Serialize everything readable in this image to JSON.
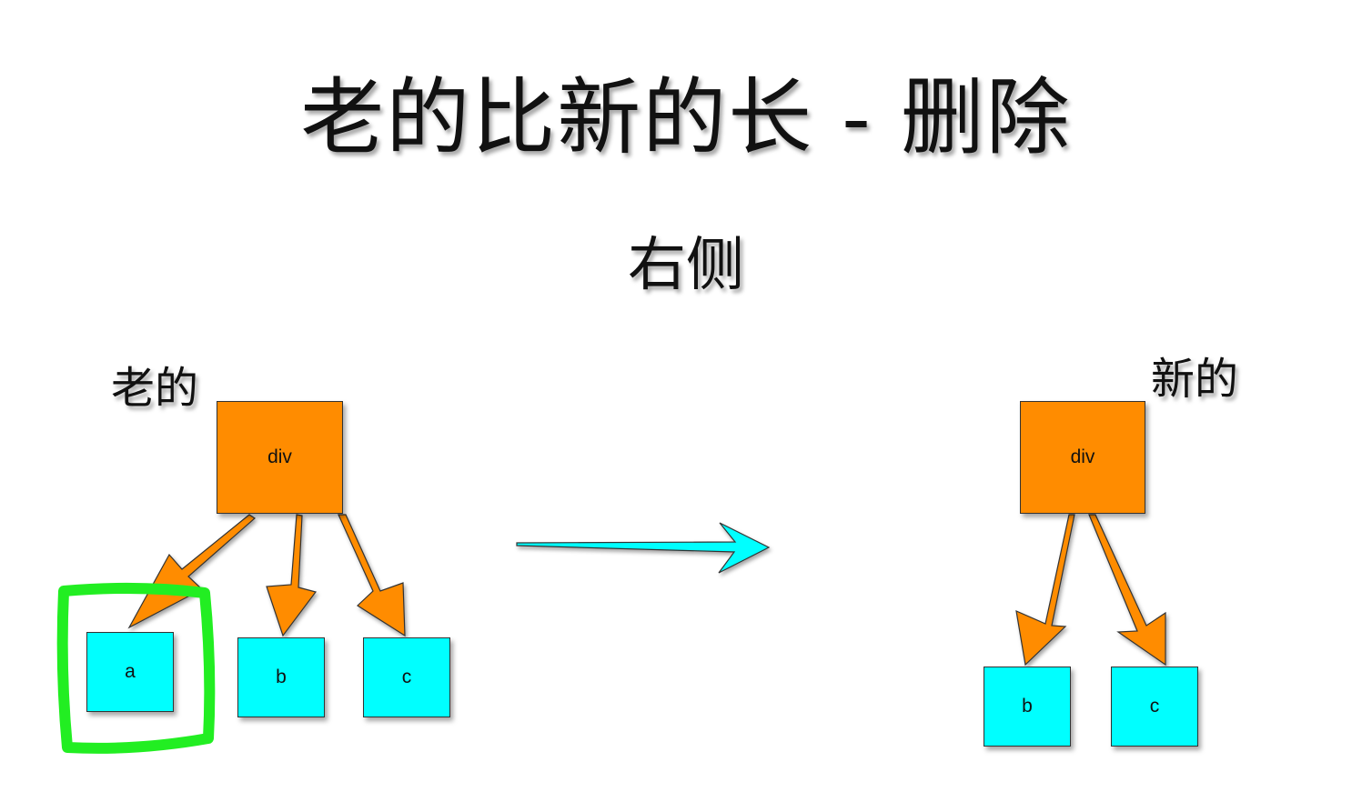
{
  "title": "老的比新的长 - 删除",
  "subtitle": "右侧",
  "old_tree": {
    "label": "老的",
    "root": "div",
    "children": [
      "a",
      "b",
      "c"
    ],
    "highlighted_child": "a"
  },
  "new_tree": {
    "label": "新的",
    "root": "div",
    "children": [
      "b",
      "c"
    ]
  },
  "colors": {
    "parent_fill": "#ff8c00",
    "child_fill": "#00ffff",
    "edge": "#ff8c00",
    "transition_arrow": "#00ffff",
    "highlight": "#22ee22"
  }
}
